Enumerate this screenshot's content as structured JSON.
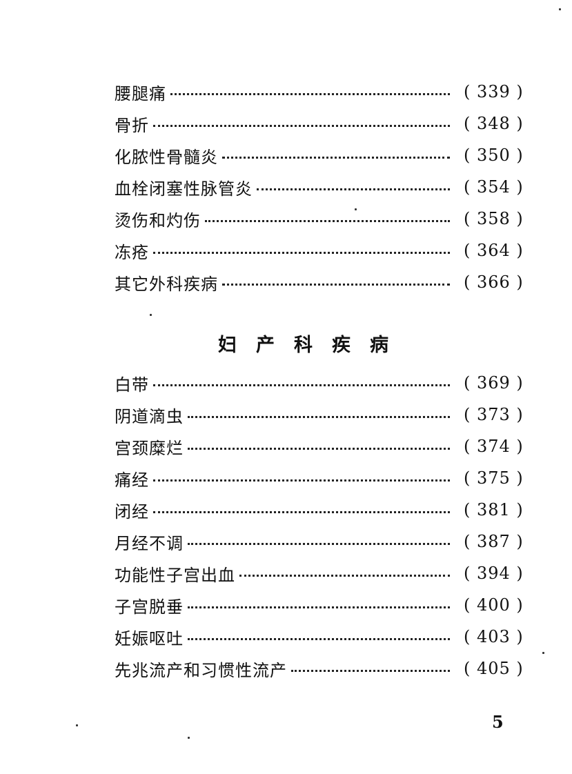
{
  "section1": {
    "entries": [
      {
        "title": "腰腿痛",
        "page": "( 339 )"
      },
      {
        "title": "骨折",
        "page": "( 348 )"
      },
      {
        "title": "化脓性骨髓炎",
        "page": "( 350 )"
      },
      {
        "title": "血栓闭塞性脉管炎",
        "page": "( 354 )"
      },
      {
        "title": "烫伤和灼伤",
        "page": "( 358 )"
      },
      {
        "title": "冻疮",
        "page": "( 364 )"
      },
      {
        "title": "其它外科疾病",
        "page": "( 366 )"
      }
    ]
  },
  "section2": {
    "heading": "妇产科疾病",
    "entries": [
      {
        "title": "白带",
        "page": "( 369 )"
      },
      {
        "title": "阴道滴虫",
        "page": "( 373 )"
      },
      {
        "title": "宫颈糜烂",
        "page": "( 374 )"
      },
      {
        "title": "痛经",
        "page": "( 375 )"
      },
      {
        "title": "闭经",
        "page": "( 381 )"
      },
      {
        "title": "月经不调",
        "page": "( 387 )"
      },
      {
        "title": "功能性子宫出血",
        "page": "( 394 )"
      },
      {
        "title": "子宫脱垂",
        "page": "( 400 )"
      },
      {
        "title": "妊娠呕吐",
        "page": "( 403 )"
      },
      {
        "title": "先兆流产和习惯性流产",
        "page": "( 405 )"
      }
    ]
  },
  "page_number": "5"
}
